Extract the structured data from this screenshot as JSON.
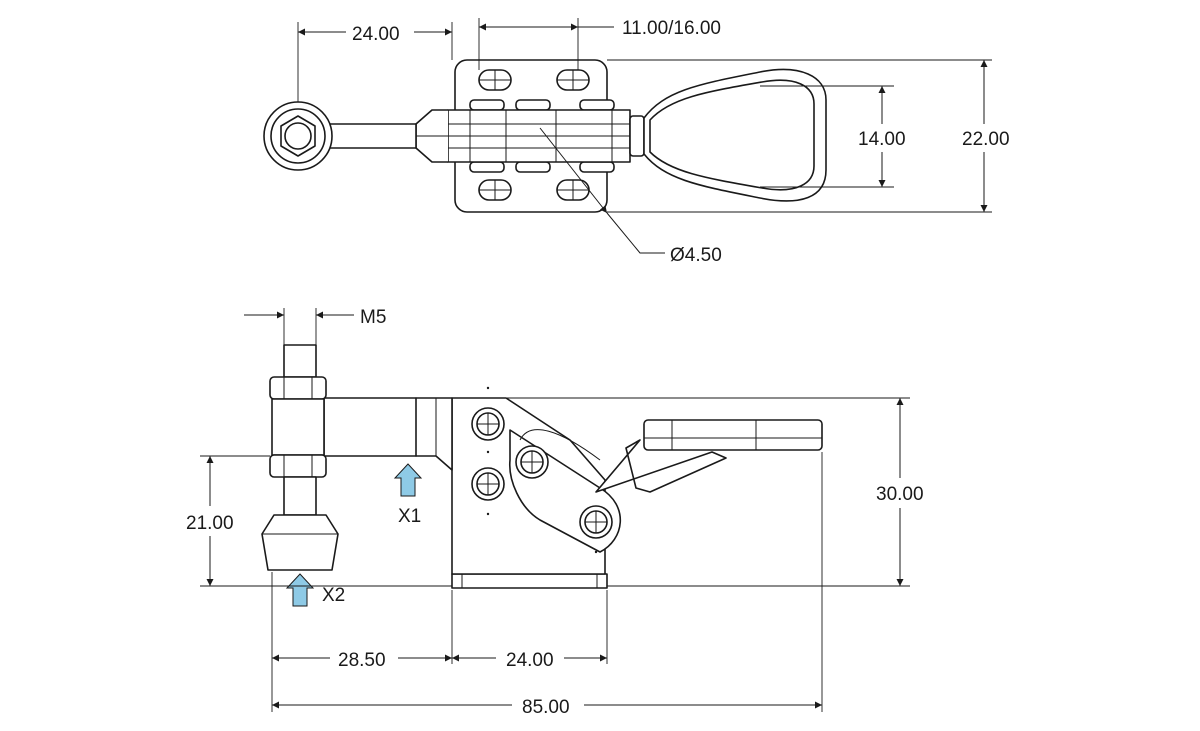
{
  "top_view": {
    "dim_rod_offset": "24.00",
    "dim_slot_pitch": "11.00/16.00",
    "dim_handle_width": "14.00",
    "dim_base_width": "22.00",
    "dim_hole_diameter": "Ø4.50"
  },
  "side_view": {
    "dim_thread": "M5",
    "dim_spindle_height": "21.00",
    "dim_overall_height": "30.00",
    "dim_spindle_to_base": "28.50",
    "dim_base_length": "24.00",
    "dim_overall_length": "85.00",
    "force_label_1": "X1",
    "force_label_2": "X2"
  },
  "colors": {
    "line": "#1a1a1a",
    "force_arrow_fill": "#8ecae6",
    "force_arrow_stroke": "#1a1a1a",
    "background": "#ffffff"
  }
}
